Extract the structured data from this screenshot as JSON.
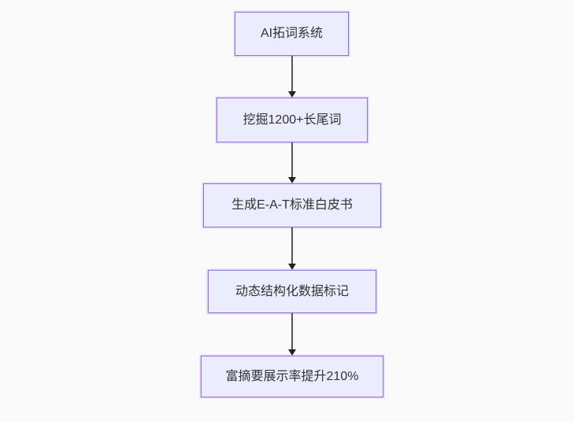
{
  "flowchart": {
    "type": "flowchart",
    "direction": "top-down",
    "nodes": [
      {
        "id": "n1",
        "label": "AI拓词系统"
      },
      {
        "id": "n2",
        "label": "挖掘1200+长尾词"
      },
      {
        "id": "n3",
        "label": "生成E-A-T标准白皮书"
      },
      {
        "id": "n4",
        "label": "动态结构化数据标记"
      },
      {
        "id": "n5",
        "label": "富摘要展示率提升210%"
      }
    ],
    "edges": [
      {
        "from": "n1",
        "to": "n2"
      },
      {
        "from": "n2",
        "to": "n3"
      },
      {
        "from": "n3",
        "to": "n4"
      },
      {
        "from": "n4",
        "to": "n5"
      }
    ],
    "colors": {
      "background": "#fafafa",
      "node_fill": "#ECECFF",
      "node_border": "#9370DB",
      "node_text": "#333333",
      "edge_line": "#555555",
      "edge_arrowhead": "#222222"
    }
  }
}
